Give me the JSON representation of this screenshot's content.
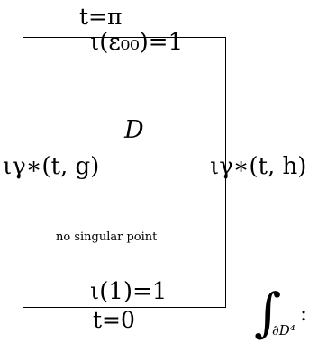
{
  "diagram": {
    "top_label": "t=π",
    "top_edge_label": "ι(ε₀₀)=1",
    "region_label": "D",
    "left_edge_label": "ιγ∗(t, g)",
    "right_edge_label": "ιγ∗(t, h)",
    "interior_note": "no singular point",
    "bottom_edge_label": "ι(1)=1",
    "bottom_label": "t=0",
    "integral_sign": "∫",
    "integral_subscript": "∂D⁴",
    "integral_trailing": ":"
  }
}
